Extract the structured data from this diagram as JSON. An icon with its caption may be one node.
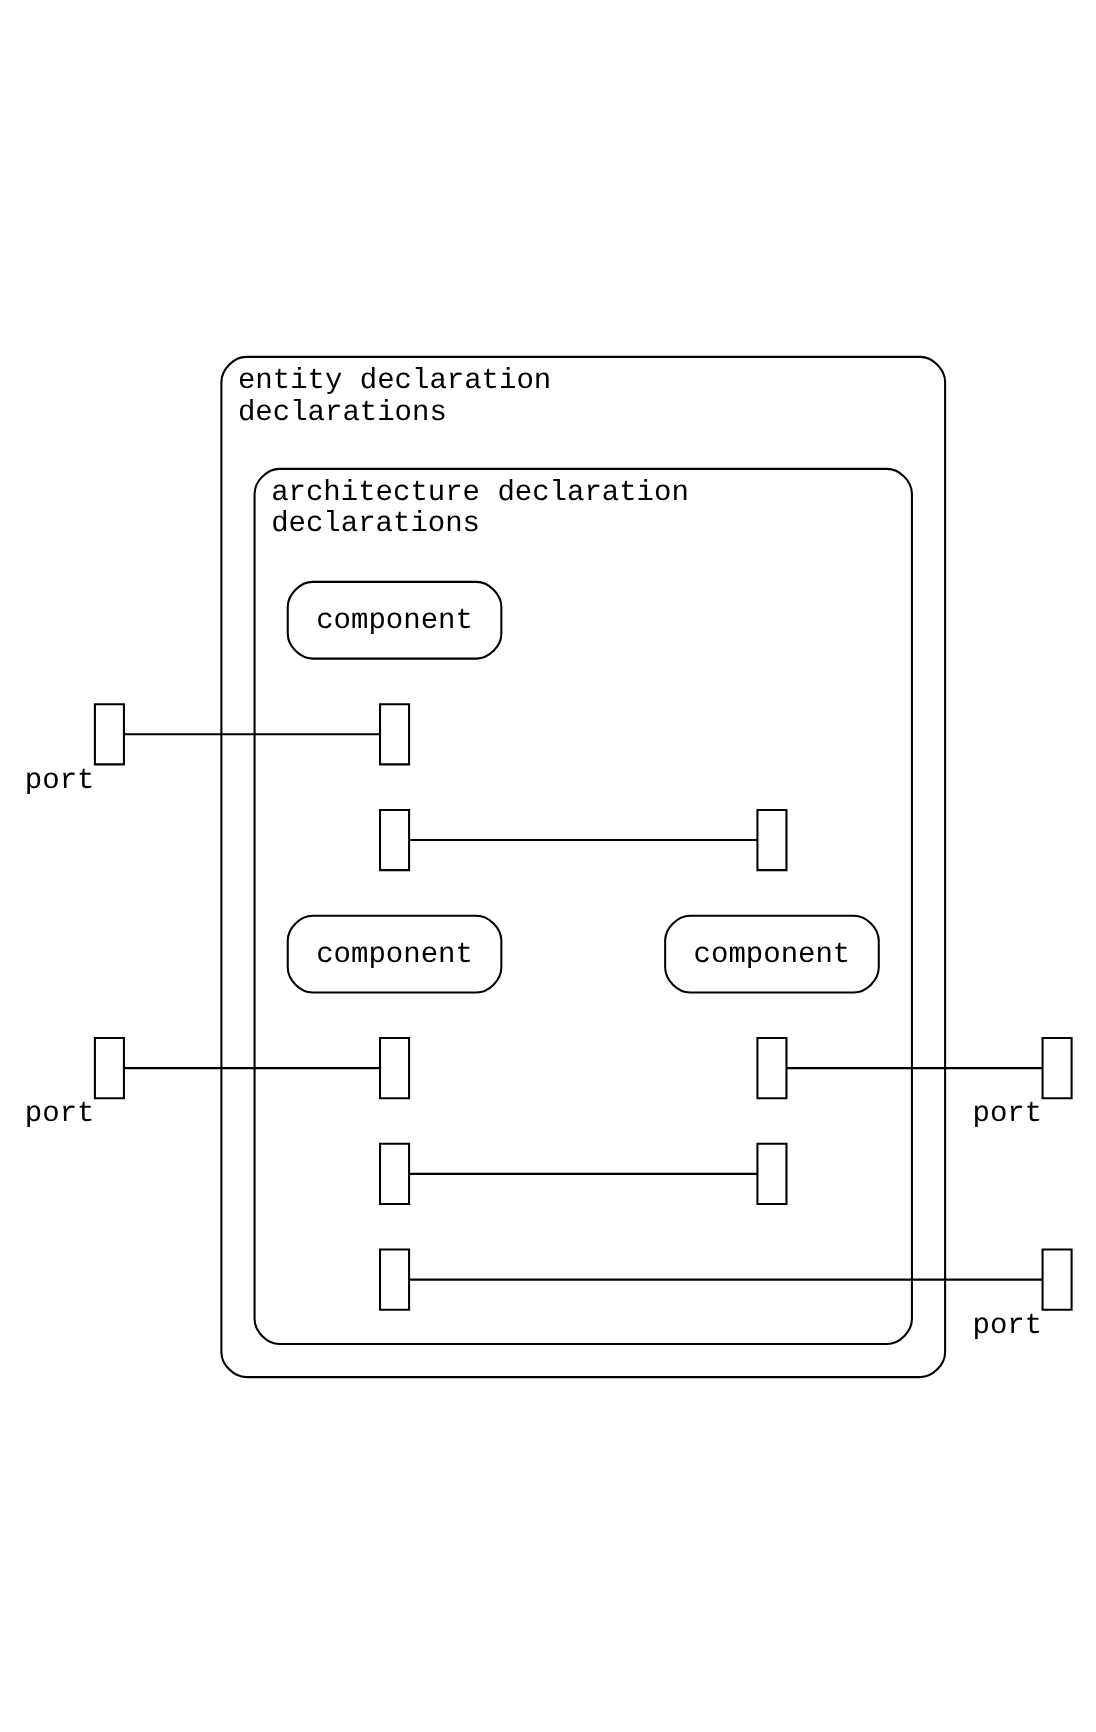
{
  "diagram": {
    "nodes": [
      {
        "text": [
          "entity declaration",
          "declarations"
        ]
      },
      {
        "text": [
          "architecture declaration",
          "declarations"
        ],
        "in": 0
      },
      {
        "text": [
          "component"
        ],
        "in": 1
      },
      {
        "text": [],
        "shape": "box",
        "in": 1
      },
      {
        "text": [],
        "shape": "box",
        "in": 1
      },
      {
        "text": [
          "component"
        ],
        "in": 1
      },
      {
        "text": [],
        "shape": "box",
        "in": 1
      },
      {
        "text": [],
        "shape": "box",
        "in": 1
      },
      {
        "text": [],
        "shape": "box",
        "in": 1
      },
      {
        "text": [
          "component"
        ],
        "in": 1
      },
      {
        "text": [],
        "shape": "box",
        "in": 1
      },
      {
        "text": [],
        "shape": "box",
        "in": 1
      },
      {
        "text": [],
        "shape": "box",
        "in": 1
      },
      {
        "text": [],
        "shape": "box",
        "beside": [
          "port"
        ]
      },
      {
        "text": [],
        "shape": "box",
        "beside": [
          "port"
        ]
      },
      {
        "text": [],
        "shape": "box",
        "beside": [
          "port"
        ]
      },
      {
        "text": [],
        "shape": "box",
        "beside": [
          "port"
        ]
      }
    ],
    "edges": [
      {
        "from": 13,
        "to": 3,
        "arrow": "none"
      },
      {
        "from": 4,
        "to": 6,
        "arrow": "none"
      },
      {
        "from": 7,
        "to": 15,
        "arrow": "none"
      },
      {
        "from": 8,
        "to": 11,
        "arrow": "none"
      },
      {
        "from": 14,
        "to": 10,
        "arrow": "none"
      },
      {
        "from": 12,
        "to": 16,
        "arrow": "none"
      }
    ]
  }
}
